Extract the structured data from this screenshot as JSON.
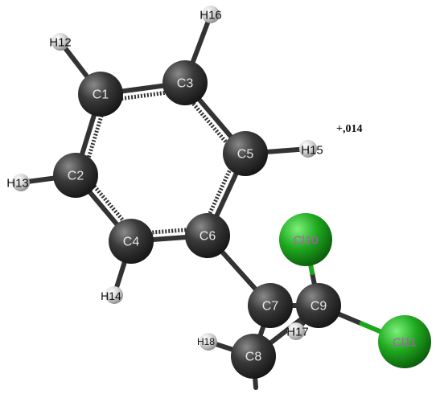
{
  "molecule": {
    "annotation": "+,014",
    "atoms": [
      {
        "id": "C1",
        "label": "C1",
        "element": "C"
      },
      {
        "id": "C2",
        "label": "C2",
        "element": "C"
      },
      {
        "id": "C3",
        "label": "C3",
        "element": "C"
      },
      {
        "id": "C4",
        "label": "C4",
        "element": "C"
      },
      {
        "id": "C5",
        "label": "C5",
        "element": "C"
      },
      {
        "id": "C6",
        "label": "C6",
        "element": "C"
      },
      {
        "id": "C7",
        "label": "C7",
        "element": "C"
      },
      {
        "id": "C8",
        "label": "C8",
        "element": "C"
      },
      {
        "id": "C9",
        "label": "C9",
        "element": "C"
      },
      {
        "id": "Cl10",
        "label": "Cl10",
        "element": "Cl"
      },
      {
        "id": "Cl11",
        "label": "Cl11",
        "element": "Cl"
      },
      {
        "id": "H12",
        "label": "H12",
        "element": "H"
      },
      {
        "id": "H13",
        "label": "H13",
        "element": "H"
      },
      {
        "id": "H14",
        "label": "H14",
        "element": "H"
      },
      {
        "id": "H15",
        "label": "H15",
        "element": "H"
      },
      {
        "id": "H16",
        "label": "H16",
        "element": "H"
      },
      {
        "id": "H17",
        "label": "H17",
        "element": "H"
      },
      {
        "id": "H18",
        "label": "H18",
        "element": "H"
      }
    ],
    "bonds": [
      [
        "C1",
        "C3",
        "aromatic"
      ],
      [
        "C1",
        "C2",
        "aromatic"
      ],
      [
        "C2",
        "C4",
        "aromatic"
      ],
      [
        "C4",
        "C6",
        "aromatic"
      ],
      [
        "C6",
        "C5",
        "aromatic"
      ],
      [
        "C5",
        "C3",
        "aromatic"
      ],
      [
        "C1",
        "H12",
        "single"
      ],
      [
        "C3",
        "H16",
        "single"
      ],
      [
        "C2",
        "H13",
        "single"
      ],
      [
        "C4",
        "H14",
        "single"
      ],
      [
        "C5",
        "H15",
        "single"
      ],
      [
        "C6",
        "C7",
        "single"
      ],
      [
        "C7",
        "C9",
        "single"
      ],
      [
        "C7",
        "C8",
        "single"
      ],
      [
        "C8",
        "C9",
        "single"
      ],
      [
        "C9",
        "Cl10",
        "single"
      ],
      [
        "C9",
        "Cl11",
        "single"
      ],
      [
        "C9",
        "H17",
        "single"
      ],
      [
        "C8",
        "H18",
        "single"
      ],
      [
        "C8",
        "C8-stub",
        "single"
      ]
    ],
    "colors": {
      "carbon": "#2e2e2e",
      "chlorine": "#1aa81a",
      "hydrogen": "#d8d8d8",
      "carbon_label": "#e6e6e6",
      "chlorine_label": "#c24fc2",
      "hydrogen_label": "#111111",
      "bond": "#333333",
      "chlorine_bond": "#1aa81a"
    }
  }
}
